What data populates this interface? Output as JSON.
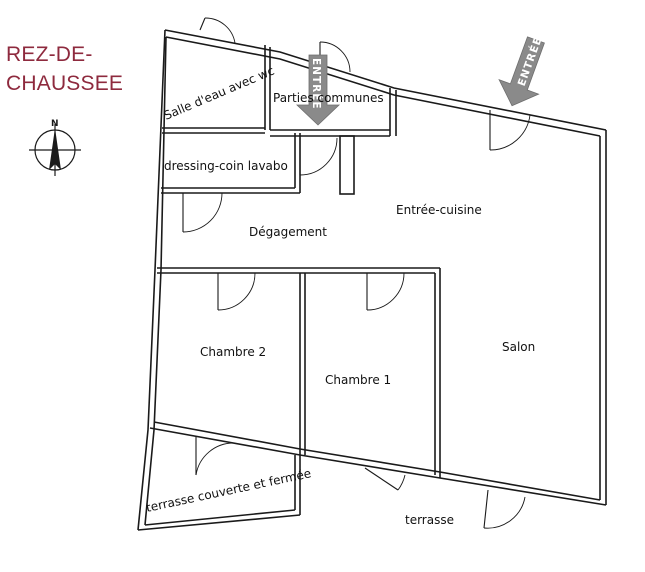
{
  "floor": {
    "title_line1": "REZ-DE-",
    "title_line2": "CHAUSSEE",
    "title_color": "#8e2a3e"
  },
  "compass": {
    "north_label": "N",
    "icon": "north-compass-icon"
  },
  "entrances": {
    "common_label": "ENTRÉE",
    "main_label": "ENTRÉE",
    "arrow_color": "#8a8a8a"
  },
  "rooms": {
    "salle_deau": "Salle d'eau avec wc",
    "parties_communes": "Parties communes",
    "dressing": "dressing-coin lavabo",
    "entree_cuisine": "Entrée-cuisine",
    "degagement": "Dégagement",
    "chambre2": "Chambre 2",
    "chambre1": "Chambre 1",
    "salon": "Salon",
    "terrasse_couverte": "terrasse couverte et fermée",
    "terrasse": "terrasse"
  }
}
